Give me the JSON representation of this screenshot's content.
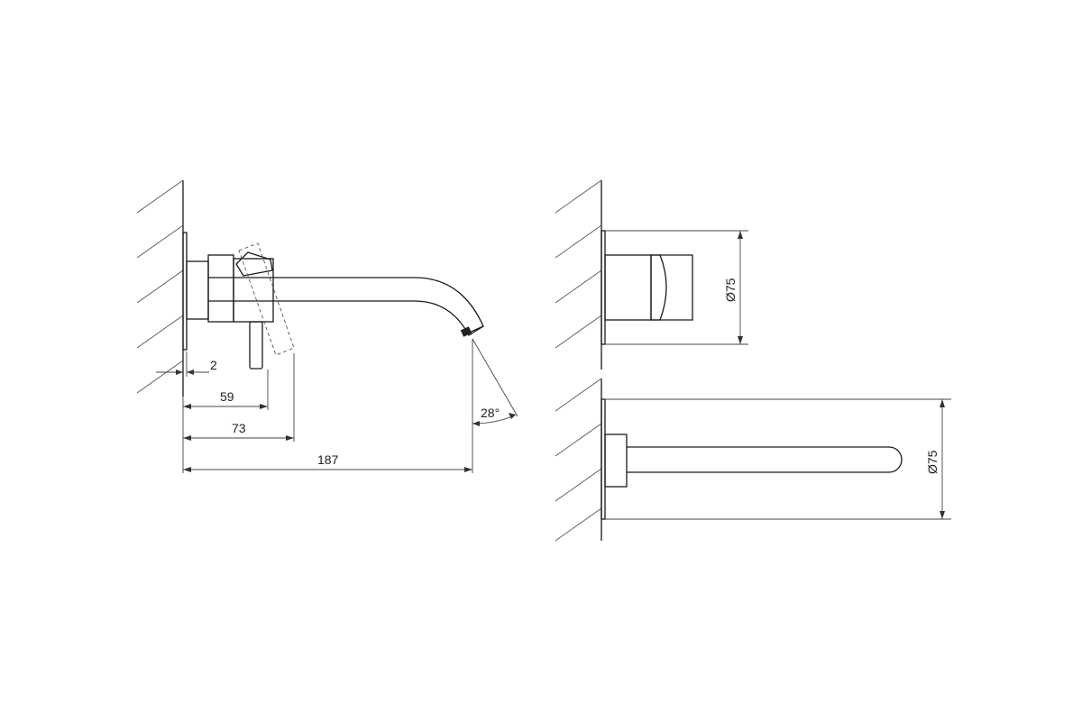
{
  "dimensions": {
    "wall_offset": "2",
    "to_lever": "59",
    "to_lever_max": "73",
    "spout_reach": "187",
    "outlet_angle": "28°",
    "mixer_diameter": "Ø75",
    "spout_diameter": "Ø75"
  },
  "views": [
    "side-view",
    "mixer-front-view",
    "spout-top-view"
  ],
  "colors": {
    "line": "#1a1a1a",
    "dimension": "#444444",
    "hidden": "#666666"
  }
}
